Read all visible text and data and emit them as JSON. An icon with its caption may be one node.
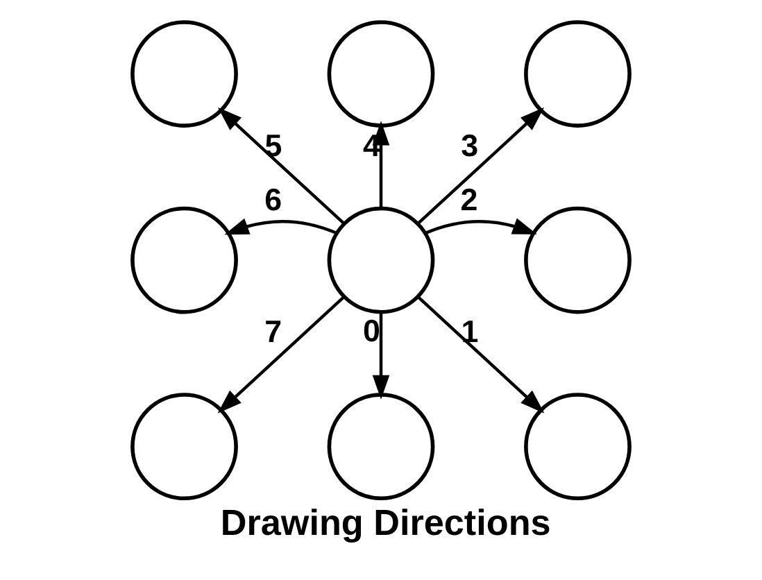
{
  "diagram": {
    "caption": "Drawing Directions",
    "nodes": [
      {
        "text": [],
        "shape": "circle"
      },
      {
        "text": [],
        "shape": "circle"
      },
      {
        "text": [],
        "shape": "circle"
      },
      {
        "text": [],
        "shape": "circle"
      },
      {
        "text": [],
        "shape": "circle"
      },
      {
        "text": [],
        "shape": "circle"
      },
      {
        "text": [],
        "shape": "circle"
      },
      {
        "text": [],
        "shape": "circle"
      },
      {
        "text": [],
        "shape": "circle"
      }
    ],
    "edges": [
      {
        "from": 4,
        "to": 7,
        "arrow": "to",
        "label": "0"
      },
      {
        "from": 4,
        "to": 8,
        "arrow": "to",
        "label": "1"
      },
      {
        "from": 4,
        "to": 5,
        "arrow": "to",
        "label": "2"
      },
      {
        "from": 4,
        "to": 2,
        "arrow": "to",
        "label": "3"
      },
      {
        "from": 4,
        "to": 1,
        "arrow": "to",
        "label": "4"
      },
      {
        "from": 4,
        "to": 0,
        "arrow": "to",
        "label": "5"
      },
      {
        "from": 4,
        "to": 3,
        "arrow": "to",
        "label": "6"
      },
      {
        "from": 4,
        "to": 6,
        "arrow": "to",
        "label": "7"
      }
    ]
  }
}
